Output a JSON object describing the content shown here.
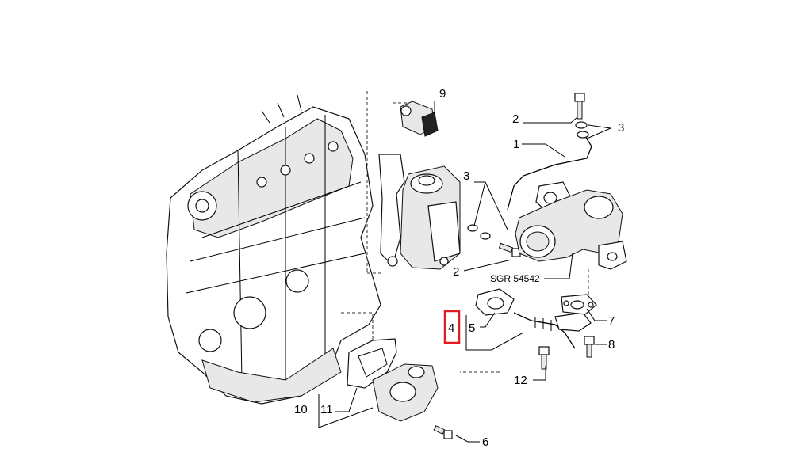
{
  "diagram": {
    "reference_code": "SGR 54542",
    "highlight_color": "#e01b24",
    "callouts": {
      "c1": "1",
      "c2a": "2",
      "c2b": "2",
      "c3a": "3",
      "c3b": "3",
      "c4": "4",
      "c5": "5",
      "c6": "6",
      "c7": "7",
      "c8": "8",
      "c9": "9",
      "c10": "10",
      "c11": "11",
      "c12": "12"
    },
    "highlighted_callout": "4"
  }
}
